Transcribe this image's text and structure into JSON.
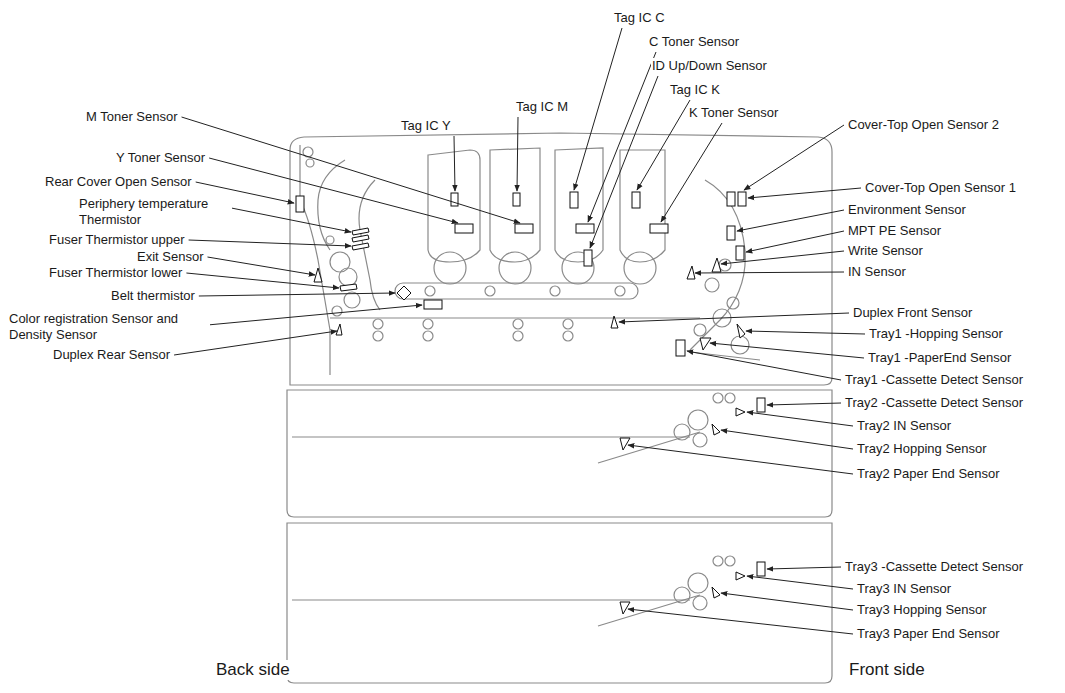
{
  "diagram": {
    "labels": [
      "Tag IC C",
      "C Toner Sensor",
      "ID Up/Down Sensor",
      "Tag IC K",
      "K Toner Sensor",
      "Tag IC M",
      "Tag IC Y",
      "M Toner Sensor",
      "Y Toner Sensor",
      "Rear Cover Open Sensor",
      "Periphery temperature Thermistor",
      "Fuser Thermistor upper",
      "Exit Sensor",
      "Fuser Thermistor lower",
      "Belt thermistor",
      "Color registration Sensor and Density Sensor",
      "Duplex Rear Sensor",
      "Cover-Top Open Sensor 2",
      "Cover-Top Open Sensor 1",
      "Environment Sensor",
      "MPT PE Sensor",
      "Write Sensor",
      "IN Sensor",
      "Duplex Front Sensor",
      "Tray1 -Hopping Sensor",
      "Tray1 -PaperEnd Sensor",
      "Tray1 -Cassette Detect Sensor",
      "Tray2 -Cassette Detect Sensor",
      "Tray2 IN Sensor",
      "Tray2 Hopping Sensor",
      "Tray2 Paper End Sensor",
      "Tray3 -Cassette Detect Sensor",
      "Tray3 IN Sensor",
      "Tray3 Hopping Sensor",
      "Tray3 Paper End Sensor",
      "Back side",
      "Front side"
    ]
  }
}
